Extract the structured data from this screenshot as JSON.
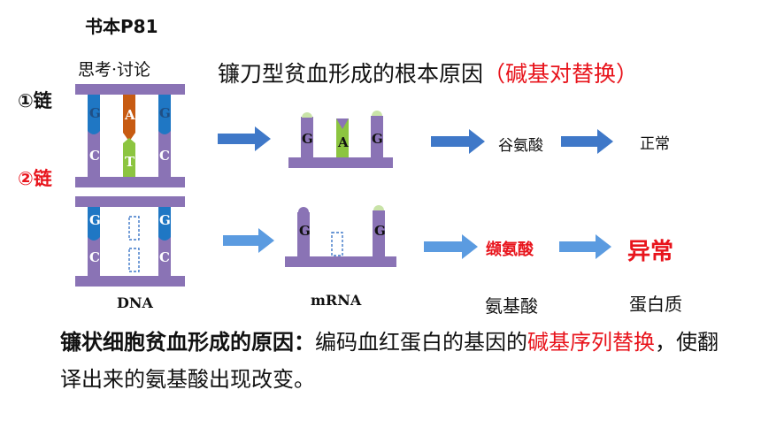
{
  "header": {
    "book_ref": "书本P81",
    "think_discuss": "思考·讨论"
  },
  "title": {
    "main": "镰刀型贫血形成的根本原因",
    "note": "（碱基对替换）"
  },
  "chains": {
    "chain1": "①链",
    "chain2": "②链"
  },
  "bases": {
    "G": "G",
    "A": "A",
    "C": "C",
    "T": "T"
  },
  "labels": {
    "dna": "DNA",
    "mrna": "mRNA",
    "amino_acid": "氨基酸",
    "protein": "蛋白质"
  },
  "row1": {
    "amino": "谷氨酸",
    "result": "正常"
  },
  "row2": {
    "amino": "缬氨酸",
    "result": "异常"
  },
  "conclusion": {
    "bold": "镰状细胞贫血形成的原因：",
    "text1": "编码血红蛋白的基因的",
    "red": "碱基序列替换",
    "text2": "，使翻译出来的氨基酸出现改变。"
  },
  "colors": {
    "purple": "#8a73b5",
    "blue": "#1f77c4",
    "orange": "#c75b12",
    "green": "#8cc540",
    "red": "#e8141c",
    "arrow": "#3f78c8"
  }
}
